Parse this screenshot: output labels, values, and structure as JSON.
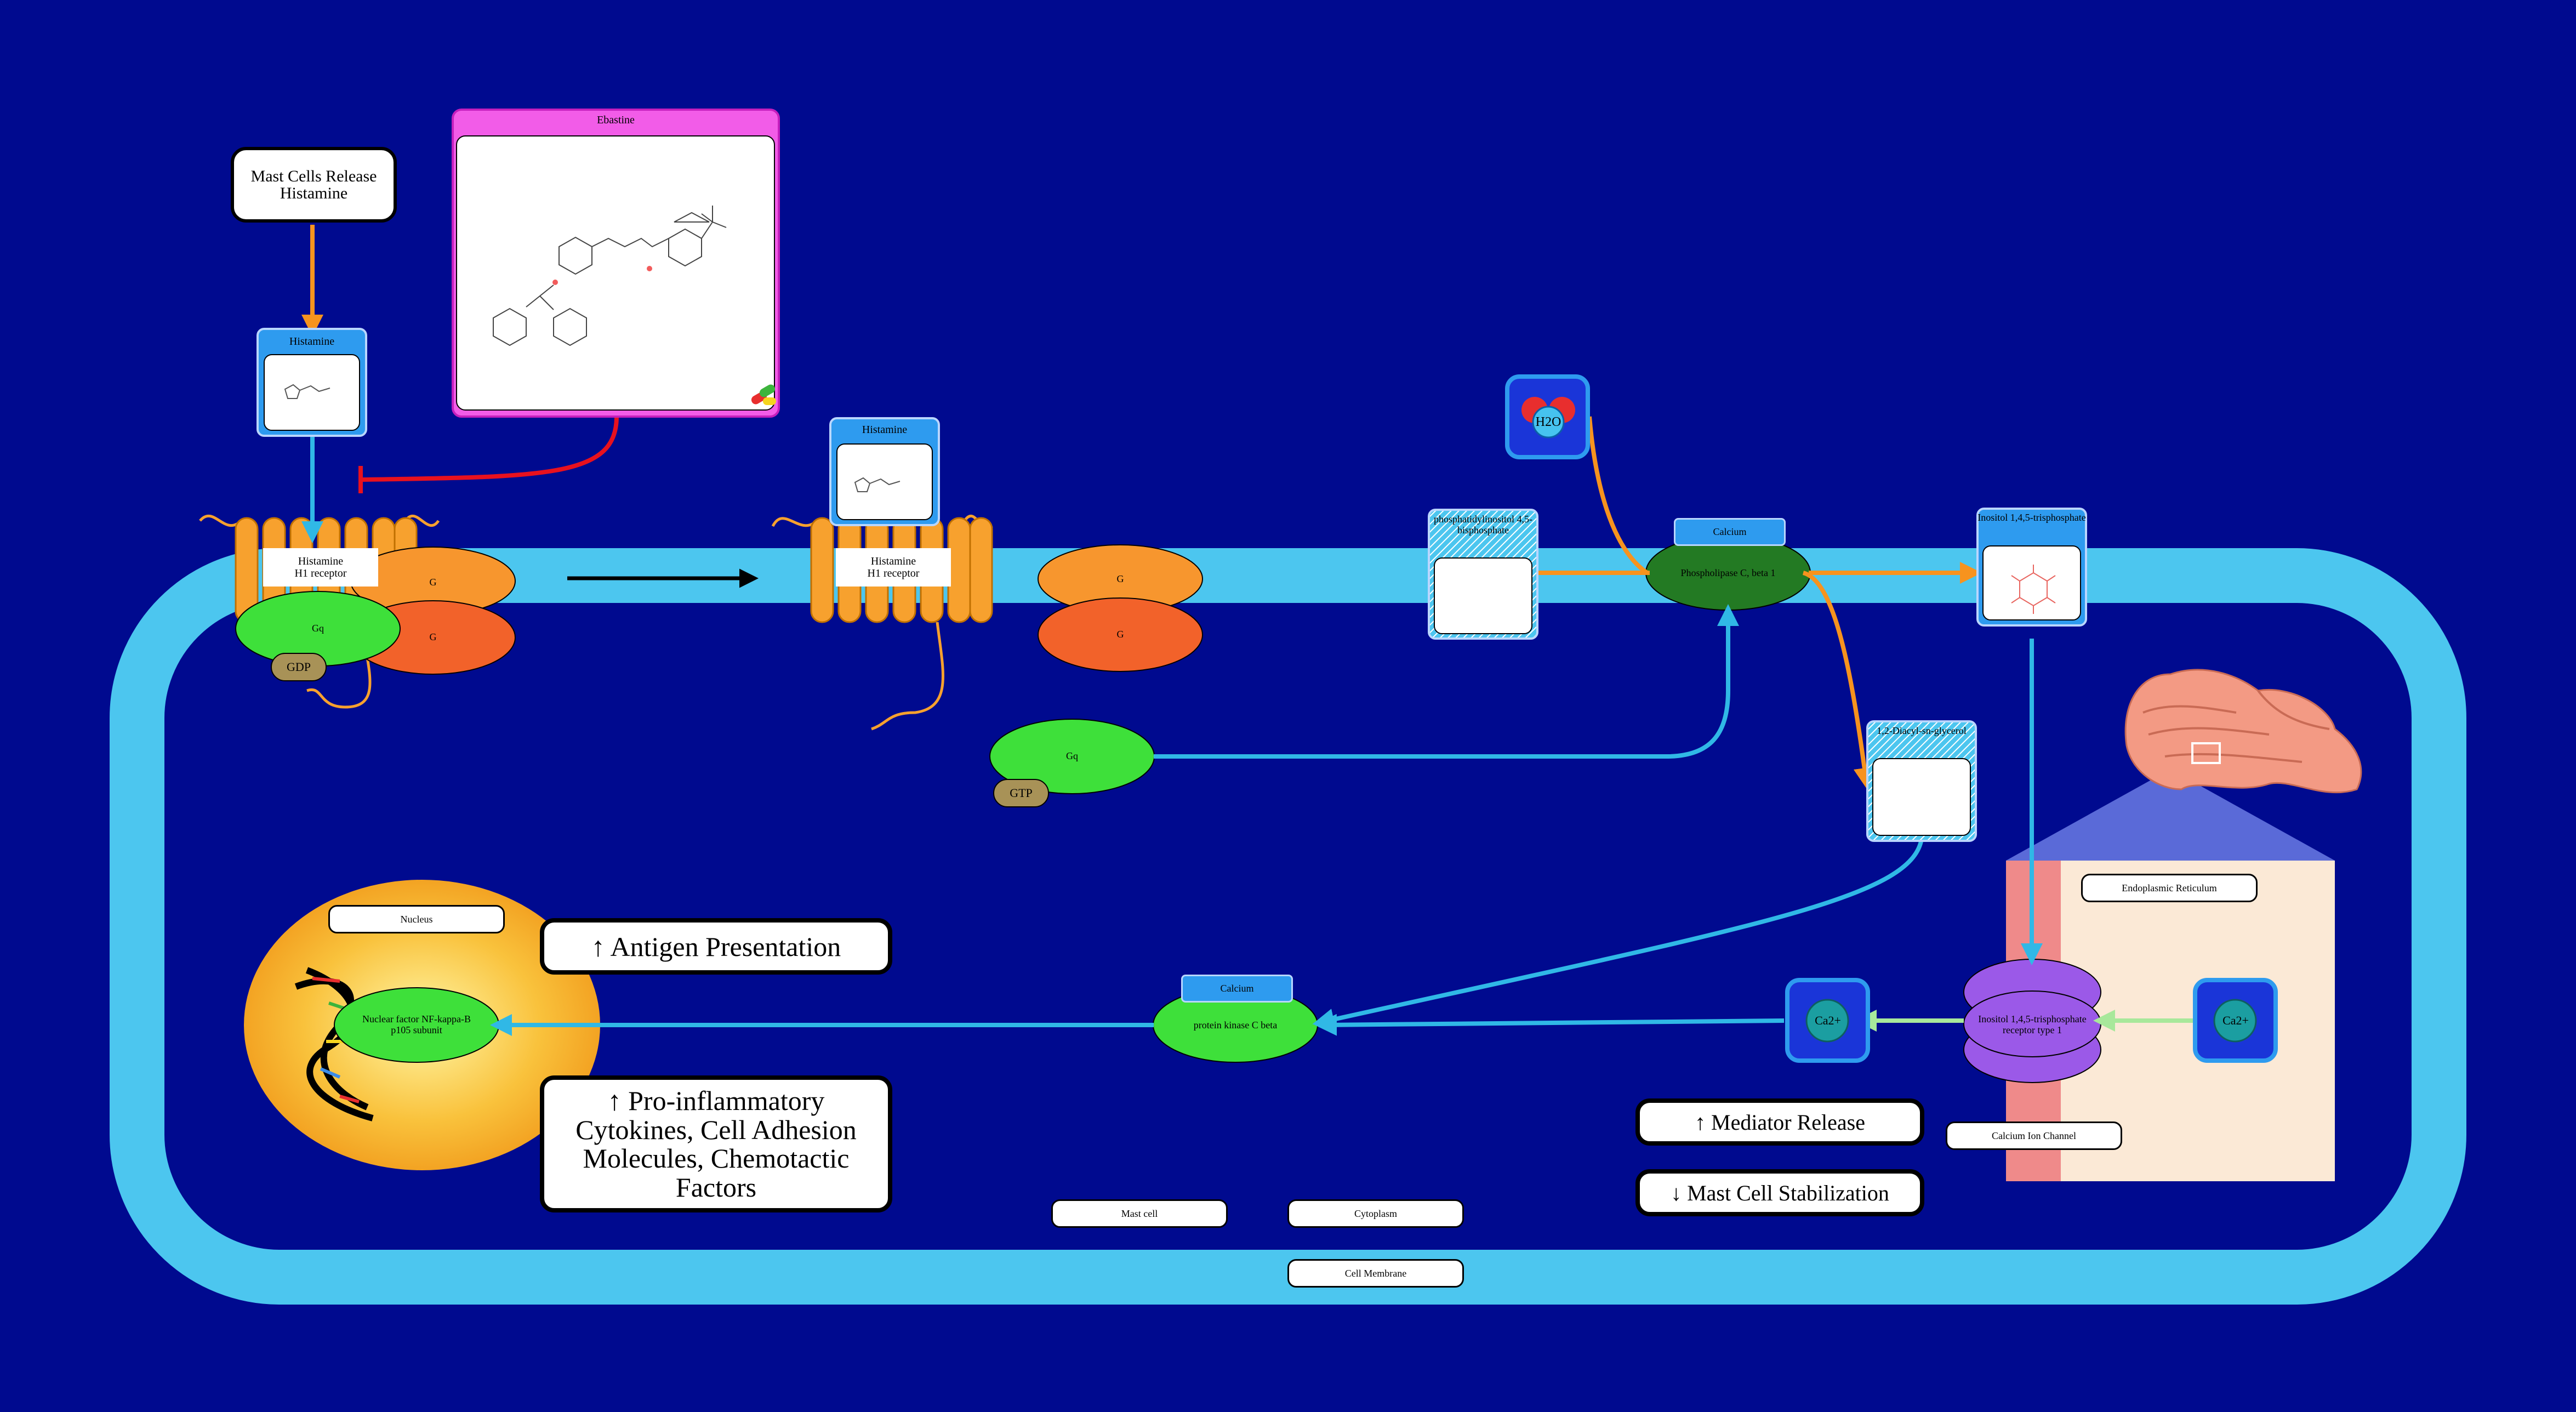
{
  "diagram": {
    "colors": {
      "background": "#000a8f",
      "membrane": "#4cc6ef",
      "cytoplasm": "#000a8f",
      "receptor": "#f7a12e",
      "g_protein_orange": "#f7962e",
      "g_protein_red": "#f2622a",
      "gq_green": "#3ee03a",
      "arrow_blue": "#30b8e6",
      "arrow_orange": "#f7931e",
      "inhibit_red": "#e8111e",
      "arrow_lightgreen": "#a8e89b",
      "nucleus": "#f5a623",
      "channel_purple": "#9b59e8",
      "er_panel": "#fbe9d6",
      "er_stripe": "#ef8a8a",
      "ebastine_frame": "#f25ce8"
    },
    "labels": {
      "mast_cells_release": "Mast Cells Release Histamine",
      "ebastine": "Ebastine",
      "histamine_1": "Histamine",
      "histamine_2": "Histamine",
      "h1_receptor_1": "Histamine H1 receptor",
      "h1_receptor_2": "Histamine H1 receptor",
      "g_top_1": "G",
      "g_bottom_1": "G",
      "g_top_2": "G",
      "g_bottom_2": "G",
      "gq_1": "Gq",
      "gq_2": "Gq",
      "gdp": "GDP",
      "gtp": "GTP",
      "water": "H2O",
      "pip2": "phosphatidylinositol 4,5-bisphosphate",
      "plc_cap": "Calcium",
      "plc": "Phospholipase C, beta 1",
      "ip3": "Inositol 1,4,5-trisphosphate",
      "dag": "1,2-Diacyl-sn-glycerol",
      "er_label": "Endoplasmic Reticulum",
      "ip3_receptor": "Inositol 1,4,5-trisphosphate receptor type 1",
      "calcium_channel": "Calcium Ion Channel",
      "ca_1": "Ca2+",
      "ca_2": "Ca2+",
      "pkc_cap": "Calcium",
      "pkc": "protein kinase C beta",
      "nucleus": "Nucleus",
      "nfkb": "Nuclear factor NF-kappa-B p105 subunit",
      "mast_cell": "Mast cell",
      "cytoplasm": "Cytoplasm",
      "cell_membrane": "Cell Membrane"
    },
    "outcomes": {
      "antigen": "↑ Antigen Presentation",
      "cytokines": "↑ Pro-inflammatory Cytokines, Cell Adhesion Molecules, Chemotactic Factors",
      "mediator": "↑ Mediator Release",
      "stabilization": "↓ Mast Cell Stabilization"
    }
  }
}
